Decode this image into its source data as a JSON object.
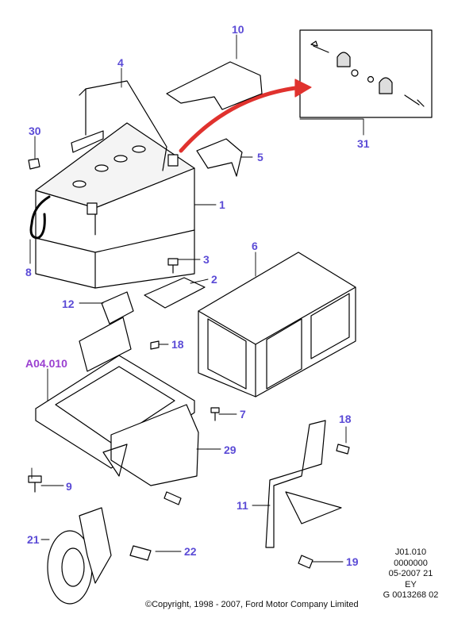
{
  "diagram": {
    "callouts": {
      "c10": "10",
      "c4": "4",
      "c30": "30",
      "c5": "5",
      "c31": "31",
      "c1": "1",
      "c8": "8",
      "c3": "3",
      "c6": "6",
      "c2": "2",
      "c12": "12",
      "c18a": "18",
      "a04": "A04.010",
      "c7": "7",
      "c18b": "18",
      "c29": "29",
      "c9": "9",
      "c11": "11",
      "c21": "21",
      "c22": "22",
      "c19": "19"
    },
    "colors": {
      "callout": "#5b4bd6",
      "reference": "#9a3fd0",
      "arrow": "#e0322e",
      "line": "#000000"
    }
  },
  "info_block": {
    "line1": "J01.010",
    "line2": "0000000",
    "line3": "05-2007 21",
    "line4": "EY",
    "line5": "G 0013268 02"
  },
  "copyright": "©Copyright, 1998 - 2007, Ford Motor Company Limited"
}
